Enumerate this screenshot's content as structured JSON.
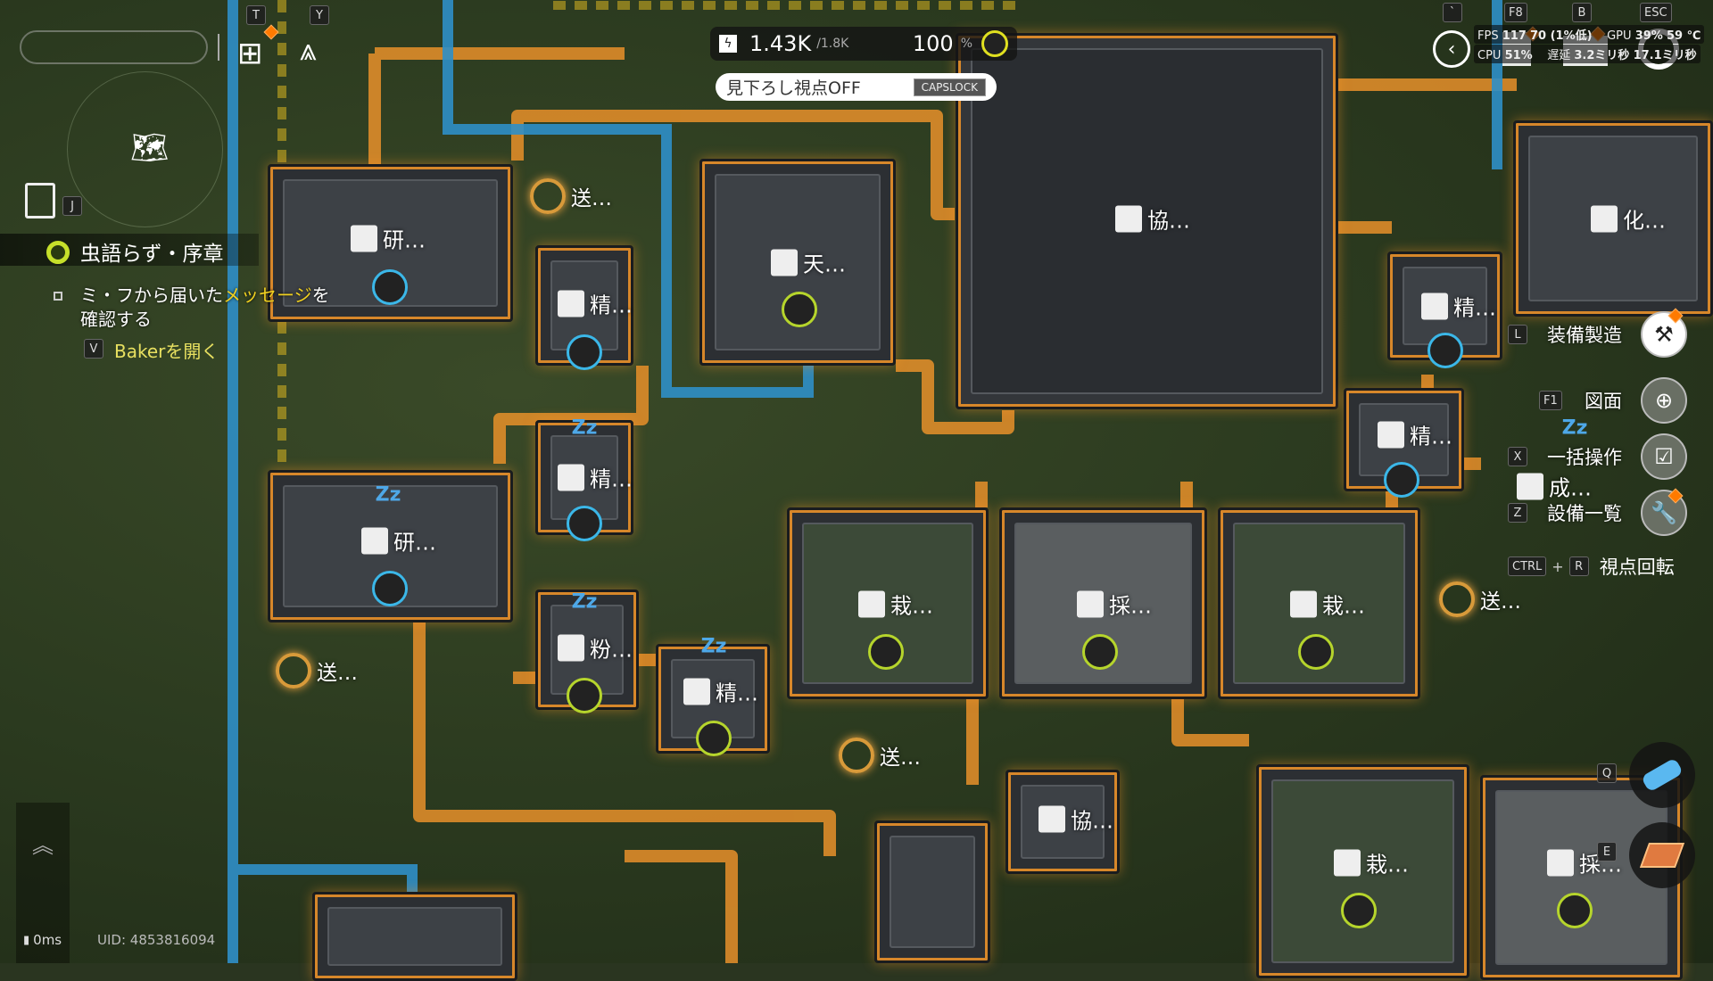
{
  "hud": {
    "power_value": "1.43K",
    "power_capacity": "/1.8K",
    "efficiency": "100",
    "efficiency_unit": "%",
    "view_toggle_label": "見下ろし視点OFF",
    "view_toggle_key": "CAPSLOCK",
    "hotkey_t": "T",
    "hotkey_y": "Y",
    "journal_key": "J"
  },
  "perf": {
    "fps_label": "FPS",
    "fps": "117",
    "fps_low": "70 (1%低)",
    "gpu_label": "GPU",
    "gpu": "39%",
    "gpu_temp": "59 ℃",
    "cpu_label": "CPU",
    "cpu": "51%",
    "latency_label": "遅延",
    "latency1": "3.2ミリ秒",
    "latency2": "17.1ミリ秒",
    "key_backtick": "`",
    "key_f8": "F8",
    "key_b": "B",
    "key_esc": "ESC"
  },
  "quest": {
    "title": "虫語らず・序章",
    "objective_part1": "ミ・フから届いた",
    "objective_highlight": "メッセージ",
    "objective_part2": "を",
    "objective_line2": "確認する",
    "action_key": "V",
    "action_label": "Bakerを開く"
  },
  "right_menu": [
    {
      "key": "L",
      "label": "装備製造",
      "icon": "equipment-craft-icon"
    },
    {
      "key": "F1",
      "label": "図面",
      "icon": "blueprint-add-icon"
    },
    {
      "key": "X",
      "label": "一括操作",
      "icon": "batch-operation-icon"
    },
    {
      "key": "Z",
      "label": "設備一覧",
      "icon": "facility-list-icon"
    }
  ],
  "rotate": {
    "key1": "CTRL",
    "plus": "+",
    "key2": "R",
    "label": "視点回転"
  },
  "quick_keys": {
    "q": "Q",
    "e": "E"
  },
  "footer": {
    "ping": "0ms",
    "uid": "UID: 4853816094"
  },
  "buildings": [
    {
      "label": "研…"
    },
    {
      "label": "精…"
    },
    {
      "label": "天…"
    },
    {
      "label": "協…"
    },
    {
      "label": "化…"
    },
    {
      "label": "精…"
    },
    {
      "label": "精…"
    },
    {
      "label": "精…"
    },
    {
      "label": "研…"
    },
    {
      "label": "粉…"
    },
    {
      "label": "精…"
    },
    {
      "label": "栽…"
    },
    {
      "label": "採…"
    },
    {
      "label": "栽…"
    },
    {
      "label": "協…"
    },
    {
      "label": "栽…"
    },
    {
      "label": "採…"
    },
    {
      "label": "成…"
    }
  ],
  "relays": [
    {
      "label": "送…"
    },
    {
      "label": "送…"
    },
    {
      "label": "送…"
    },
    {
      "label": "送…"
    }
  ],
  "colors": {
    "conveyor": "#e8902a",
    "pipe": "#2f8fc8",
    "accent": "#c8e02a",
    "highlight": "#f0d020"
  }
}
